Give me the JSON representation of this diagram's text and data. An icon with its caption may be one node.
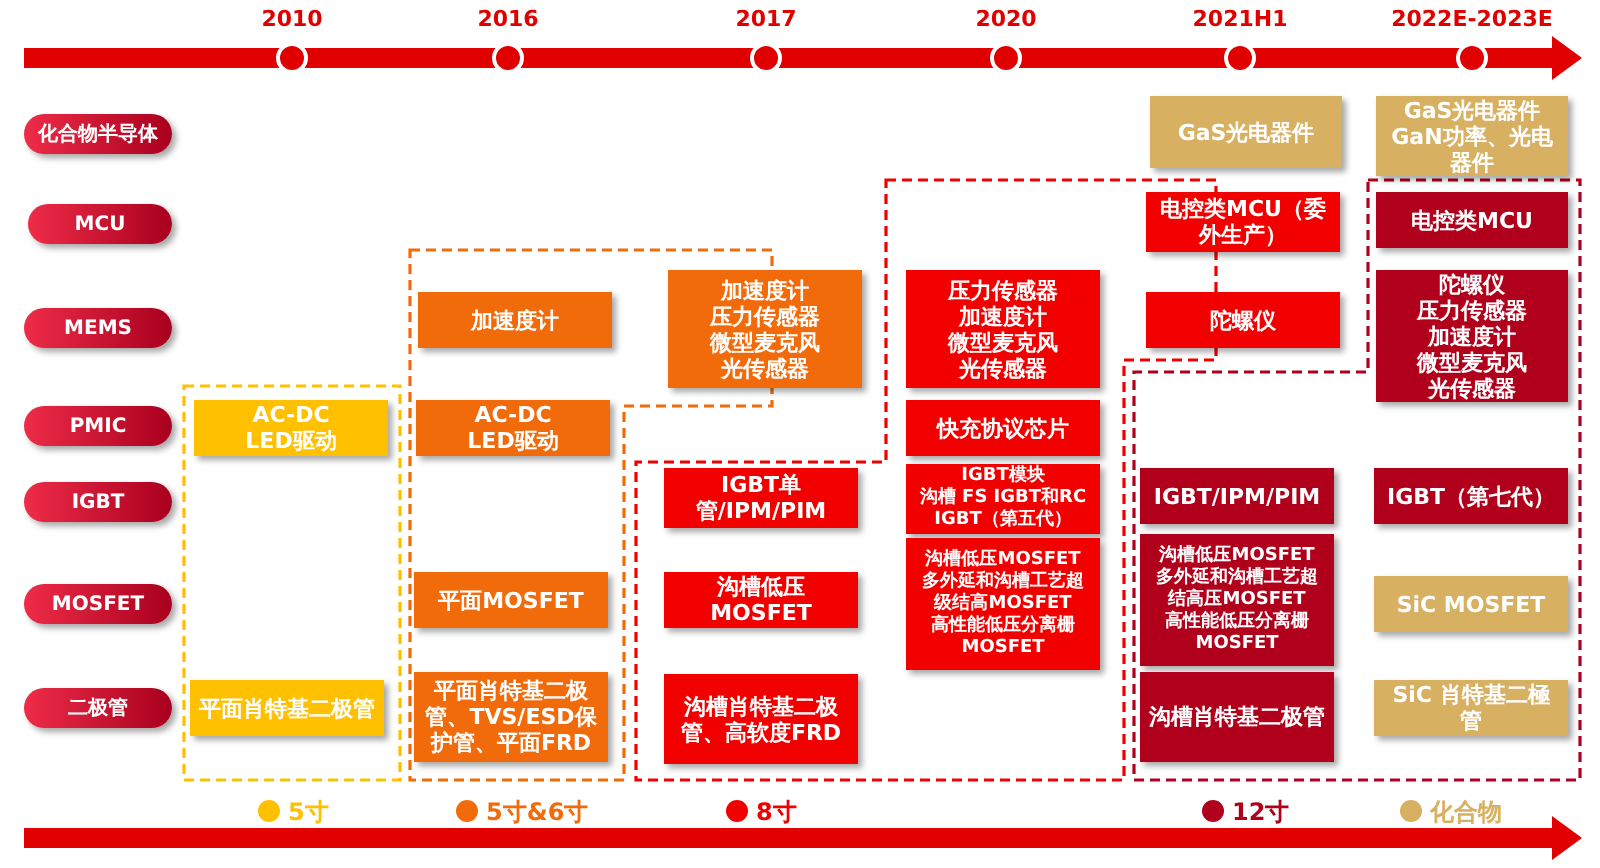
{
  "diagram": {
    "nodes": [
      {
        "text": [
          "化合物半导体"
        ]
      },
      {
        "text": [
          "GaS光电器件"
        ]
      },
      {
        "text": [
          "GaS光电器件",
          "GaN功率、光电器件"
        ]
      },
      {
        "text": [
          "MCU"
        ]
      },
      {
        "text": [
          "电控类MCU（委外生产）"
        ]
      },
      {
        "text": [
          "电控类MCU"
        ]
      },
      {
        "text": [
          "MEMS"
        ]
      },
      {
        "text": [
          "加速度计"
        ]
      },
      {
        "text": [
          "加速度计",
          "压力传感器",
          "微型麦克风",
          "光传感器"
        ]
      },
      {
        "text": [
          "压力传感器",
          "加速度计",
          "微型麦克风",
          "光传感器"
        ]
      },
      {
        "text": [
          "陀螺仪"
        ]
      },
      {
        "text": [
          "陀螺仪",
          "压力传感器",
          "加速度计",
          "微型麦克风",
          "光传感器"
        ]
      },
      {
        "text": [
          "PMIC"
        ]
      },
      {
        "text": [
          "AC-DC",
          "LED驱动"
        ]
      },
      {
        "text": [
          "AC-DC",
          "LED驱动"
        ]
      },
      {
        "text": [
          "快充协议芯片"
        ]
      },
      {
        "text": [
          "IGBT"
        ]
      },
      {
        "text": [
          "IGBT单管/IPM/PIM"
        ]
      },
      {
        "text": [
          "IGBT模块",
          "沟槽 FS IGBT和RC",
          "IGBT（第五代）"
        ]
      },
      {
        "text": [
          "IGBT/IPM/PIM"
        ]
      },
      {
        "text": [
          "IGBT（第七代）"
        ]
      },
      {
        "text": [
          "MOSFET"
        ]
      },
      {
        "text": [
          "平面MOSFET"
        ]
      },
      {
        "text": [
          "沟槽低压MOSFET"
        ]
      },
      {
        "text": [
          "沟槽低压MOSFET",
          "多外延和沟槽工艺超级结高MOSFET",
          "高性能低压分离栅MOSFET"
        ]
      },
      {
        "text": [
          "沟槽低压MOSFET",
          "多外延和沟槽工艺超结高压MOSFET",
          "高性能低压分离栅MOSFET"
        ]
      },
      {
        "text": [
          "SiC MOSFET"
        ]
      },
      {
        "text": [
          "二极管"
        ]
      },
      {
        "text": [
          "平面肖特基二极管"
        ]
      },
      {
        "text": [
          "平面肖特基二极管、TVS/ESD保护管、平面FRD"
        ]
      },
      {
        "text": [
          "沟槽肖特基二极管、高软度FRD"
        ]
      },
      {
        "text": [
          "沟槽肖特基二极管"
        ]
      },
      {
        "text": [
          "SiC 肖特基二極管"
        ]
      }
    ],
    "labels": [
      "2010",
      "2016",
      "2017",
      "2020",
      "2021H1",
      "2022E-2023E"
    ],
    "legend": [
      {
        "text": "5寸",
        "color": "#ffc000"
      },
      {
        "text": "5寸&6寸",
        "color": "#f26b0a"
      },
      {
        "text": "8寸",
        "color": "#f20000"
      },
      {
        "text": "12寸",
        "color": "#b0001c"
      },
      {
        "text": "化合物",
        "color": "#d8b062"
      }
    ]
  }
}
